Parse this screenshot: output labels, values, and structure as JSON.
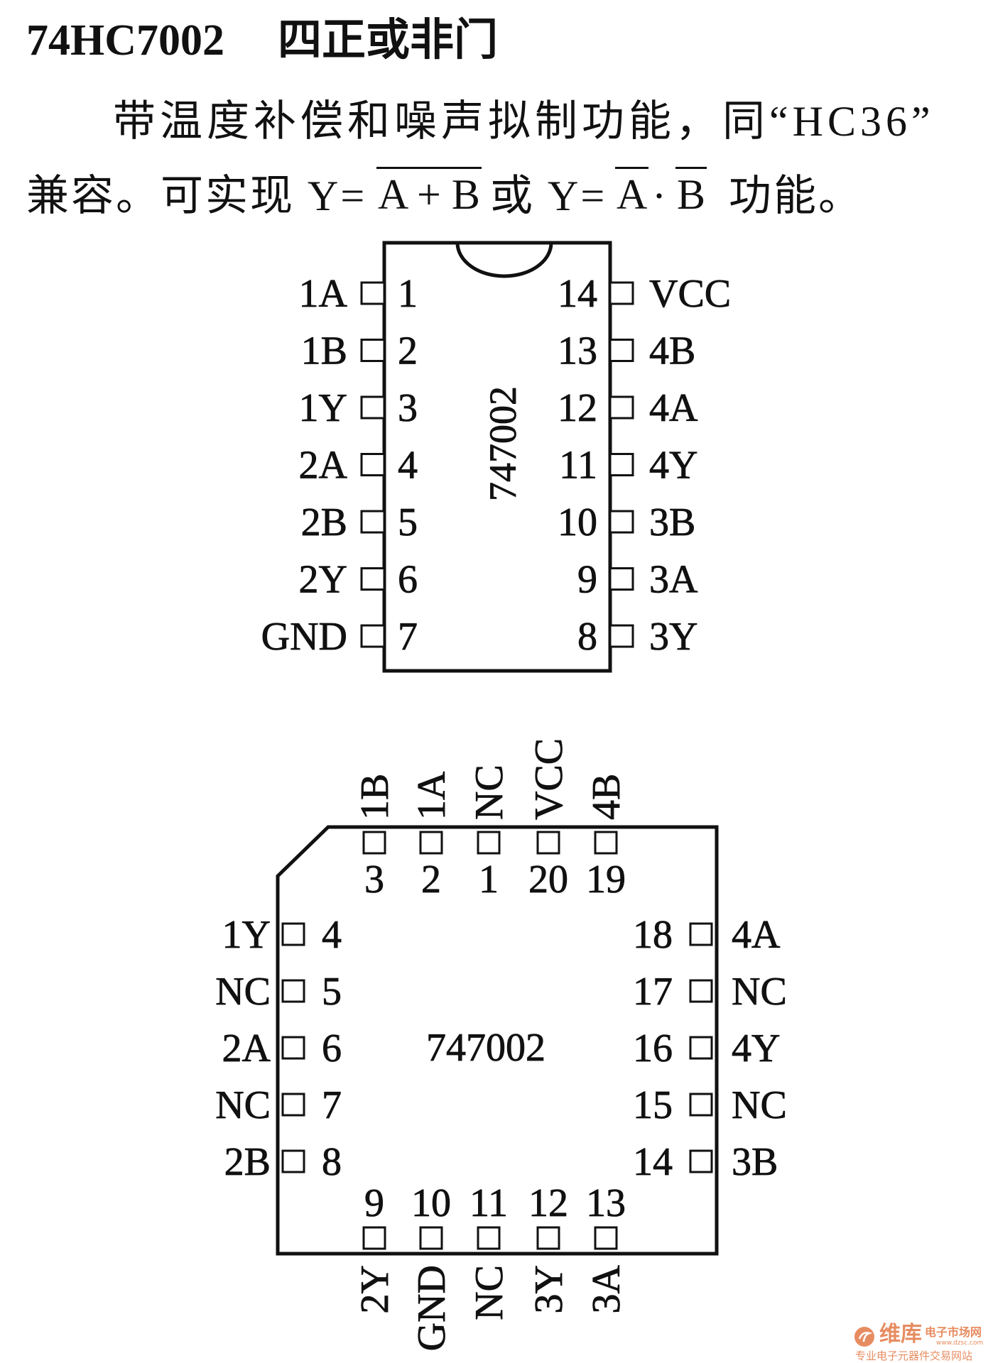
{
  "title": {
    "part_number": "74HC7002",
    "name": "四正或非门"
  },
  "description": {
    "line1": "带温度补偿和噪声拟制功能，同“HC36”",
    "line2": {
      "prefix": "兼容。可实现 Y=",
      "nor_expr": "A + B",
      "connector": "或 Y=",
      "and_a": "A",
      "and_dot": "·",
      "and_b": "B",
      "suffix": "功能。"
    }
  },
  "dip": {
    "marking": "747002",
    "left_pins": [
      {
        "number": "1",
        "name": "1A"
      },
      {
        "number": "2",
        "name": "1B"
      },
      {
        "number": "3",
        "name": "1Y"
      },
      {
        "number": "4",
        "name": "2A"
      },
      {
        "number": "5",
        "name": "2B"
      },
      {
        "number": "6",
        "name": "2Y"
      },
      {
        "number": "7",
        "name": "GND"
      }
    ],
    "right_pins": [
      {
        "number": "14",
        "name": "VCC"
      },
      {
        "number": "13",
        "name": "4B"
      },
      {
        "number": "12",
        "name": "4A"
      },
      {
        "number": "11",
        "name": "4Y"
      },
      {
        "number": "10",
        "name": "3B"
      },
      {
        "number": "9",
        "name": "3A"
      },
      {
        "number": "8",
        "name": "3Y"
      }
    ]
  },
  "plcc": {
    "marking": "747002",
    "top_pins": [
      {
        "number": "3",
        "name": "1B"
      },
      {
        "number": "2",
        "name": "1A"
      },
      {
        "number": "1",
        "name": "NC"
      },
      {
        "number": "20",
        "name": "VCC"
      },
      {
        "number": "19",
        "name": "4B"
      }
    ],
    "left_pins": [
      {
        "number": "4",
        "name": "1Y"
      },
      {
        "number": "5",
        "name": "NC"
      },
      {
        "number": "6",
        "name": "2A"
      },
      {
        "number": "7",
        "name": "NC"
      },
      {
        "number": "8",
        "name": "2B"
      }
    ],
    "right_pins": [
      {
        "number": "18",
        "name": "4A"
      },
      {
        "number": "17",
        "name": "NC"
      },
      {
        "number": "16",
        "name": "4Y"
      },
      {
        "number": "15",
        "name": "NC"
      },
      {
        "number": "14",
        "name": "3B"
      }
    ],
    "bottom_pins": [
      {
        "number": "9",
        "name": "2Y"
      },
      {
        "number": "10",
        "name": "GND"
      },
      {
        "number": "11",
        "name": "NC"
      },
      {
        "number": "12",
        "name": "3Y"
      },
      {
        "number": "13",
        "name": "3A"
      }
    ]
  },
  "watermark": {
    "brand": "维库",
    "tagline": "电子市场网",
    "url": "www.dzsc.com",
    "slogan": "专业电子元器件交易网站",
    "logo_icon": "dzsc-logo-icon"
  },
  "colors": {
    "ink": "#111111",
    "paper": "#ffffff",
    "watermark": "#e2703a"
  }
}
